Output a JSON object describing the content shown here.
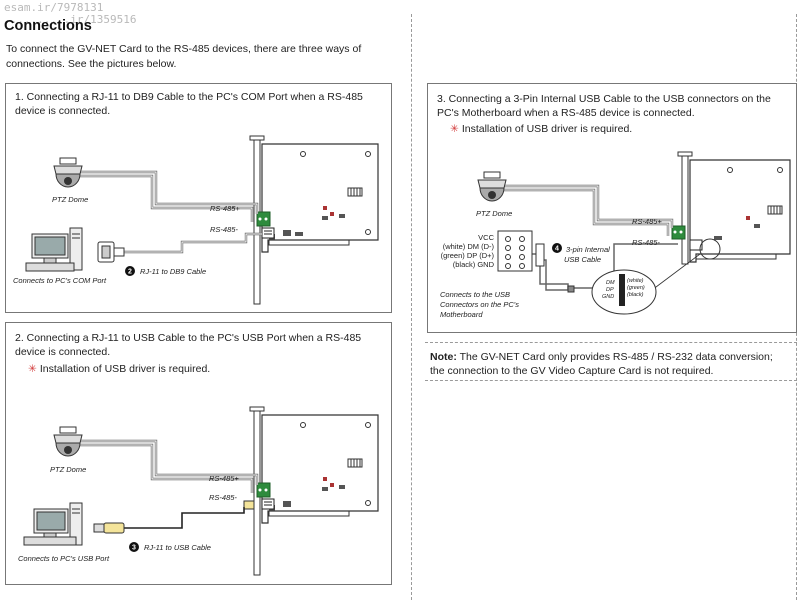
{
  "watermark": {
    "line1": "esam.ir/7978131",
    "line2": "..........ir/1359516"
  },
  "title": "Connections",
  "intro": "To connect the GV-NET Card to the RS-485 devices, there are three ways of connections. See the pictures below.",
  "panel1": {
    "heading": "1. Connecting a RJ-11 to DB9 Cable to the PC's COM Port when a RS-485 device is connected.",
    "ptz": "PTZ Dome",
    "rs_plus": "RS-485+",
    "rs_minus": "RS-485-",
    "badge": "2",
    "cable": "RJ-11 to DB9 Cable",
    "pc": "Connects to PC's COM Port"
  },
  "panel2": {
    "heading": "2. Connecting a RJ-11 to USB Cable to the PC's USB Port when a RS-485 device is connected.",
    "requirement": "Installation of USB driver is required.",
    "ptz": "PTZ Dome",
    "rs_plus": "RS-485+",
    "rs_minus": "RS-485-",
    "badge": "3",
    "cable": "RJ-11 to USB Cable",
    "pc": "Connects to PC's USB Port"
  },
  "panel3": {
    "heading": "3. Connecting a 3-Pin Internal USB Cable to the USB connectors on the PC's Motherboard when a RS-485 device is connected.",
    "requirement": "Installation of USB driver is required.",
    "ptz": "PTZ Dome",
    "rs_plus": "RS-485+",
    "rs_minus": "RS-485-",
    "badge": "4",
    "cable_l1": "3-pin Internal",
    "cable_l2": "USB Cable",
    "pins": [
      "VCC",
      "(white) DM (D-)",
      "(green) DP (D+)",
      "(black) GND"
    ],
    "mb_l1": "Connects to the USB",
    "mb_l2": "Connectors on the PC's",
    "mb_l3": "Motherboard",
    "zoom_left": [
      "DM",
      "DP",
      "GND"
    ],
    "zoom_right": [
      "(white)",
      "(green)",
      "(black)"
    ]
  },
  "note": {
    "label": "Note:",
    "text": " The GV-NET Card only provides RS-485 / RS-232 data conversion; the connection to the GV Video Capture Card is not required."
  },
  "colors": {
    "connector_green": "#2e8b3d",
    "star_red": "#d23a3a",
    "badge_black": "#111111"
  }
}
